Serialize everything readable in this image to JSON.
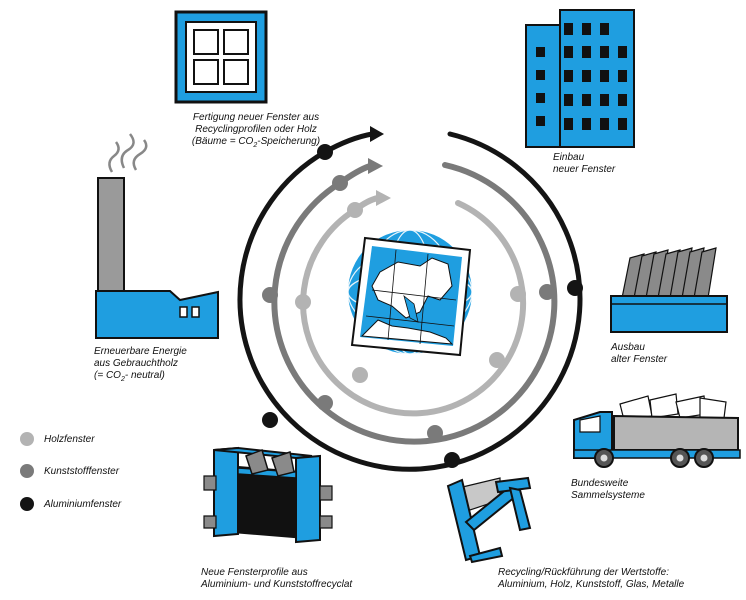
{
  "colors": {
    "accent_blue": "#1f9ee0",
    "outline": "#111111",
    "wood_series": "#b3b3b3",
    "plastic_series": "#7a7a7a",
    "aluminium_series": "#141414"
  },
  "captions": {
    "new_window_production": {
      "line1": "Fertigung neuer Fenster aus",
      "line2": "Recyclingprofilen oder Holz",
      "line3_prefix": "(Bäume = CO",
      "line3_sub": "2",
      "line3_suffix": "-Speicherung)"
    },
    "installation": {
      "line1": "Einbau",
      "line2": "neuer Fenster"
    },
    "removal": {
      "line1": "Ausbau",
      "line2": "alter Fenster"
    },
    "collection": {
      "line1": "Bundesweite",
      "line2": "Sammelsysteme"
    },
    "recycling": {
      "line1": "Recycling/Rückführung der Wertstoffe:",
      "line2": "Aluminium, Holz,  Kunststoff, Glas, Metalle"
    },
    "new_profiles": {
      "line1": "Neue Fensterprofile aus",
      "line2": "Aluminium- und Kunststoffrecyclat"
    },
    "renewable_energy": {
      "line1": "Erneuerbare Energie",
      "line2": "aus Gebrauchtholz",
      "line3_prefix": "(= CO",
      "line3_sub": "2",
      "line3_suffix": "- neutral)"
    }
  },
  "legend": [
    {
      "label": "Holzfenster",
      "color": "#b3b3b3"
    },
    {
      "label": "Kunststofffenster",
      "color": "#7a7a7a"
    },
    {
      "label": "Aluminiumfenster",
      "color": "#141414"
    }
  ],
  "icons": {
    "window": "window-icon",
    "building": "building-icon",
    "container": "container-icon",
    "truck": "truck-icon",
    "recycling": "recycled-frame-icon",
    "profile": "window-profile-icon",
    "factory": "factory-icon",
    "globe": "europe-map-globe-icon"
  }
}
